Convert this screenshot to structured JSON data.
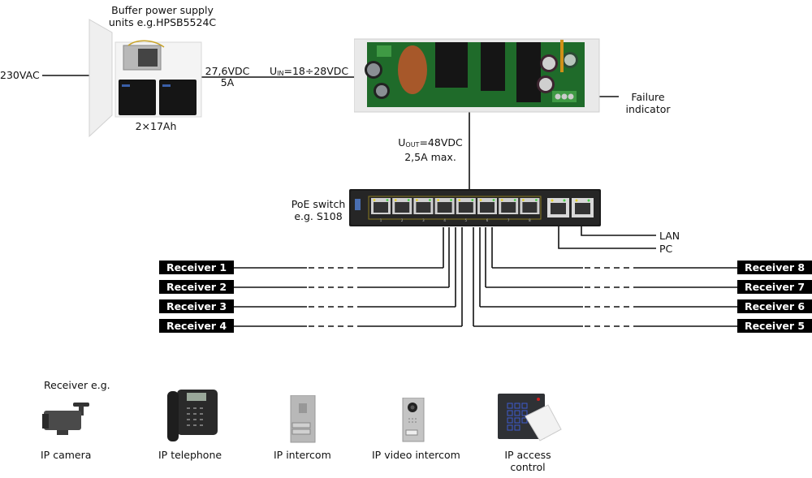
{
  "title": "PoE power supply wiring diagram",
  "power_supply": {
    "caption_line1": "Buffer power supply",
    "caption_line2": "units e.g.HPSB5524C",
    "battery_label": "2×17Ah",
    "input_label": "230VAC",
    "output_voltage": "27,6VDC",
    "output_current": "5A"
  },
  "converter": {
    "input_prefix": "U",
    "input_sub": "IN",
    "input_value": "=18÷28VDC",
    "output_prefix": "U",
    "output_sub": "OUT",
    "output_value": "=48VDC",
    "output_current": "2,5A max.",
    "failure_line1": "Failure",
    "failure_line2": "indicator"
  },
  "switch": {
    "caption_line1": "PoE switch",
    "caption_line2": "e.g. S108",
    "port_numbers": [
      "1",
      "2",
      "3",
      "4",
      "5",
      "6",
      "7",
      "8"
    ],
    "uplinks": [
      "LAN",
      "PC"
    ]
  },
  "receivers": {
    "left": [
      "Receiver 1",
      "Receiver 2",
      "Receiver 3",
      "Receiver 4"
    ],
    "right": [
      "Receiver 8",
      "Receiver 7",
      "Receiver 6",
      "Receiver 5"
    ]
  },
  "examples": {
    "heading": "Receiver e.g.",
    "items": [
      {
        "label": "IP camera",
        "icon": "ip-camera-icon"
      },
      {
        "label": "IP telephone",
        "icon": "ip-telephone-icon"
      },
      {
        "label": "IP intercom",
        "icon": "ip-intercom-icon"
      },
      {
        "label": "IP video intercom",
        "icon": "ip-video-intercom-icon"
      },
      {
        "label_line1": "IP access",
        "label_line2": "control",
        "icon": "ip-access-control-icon"
      }
    ]
  }
}
